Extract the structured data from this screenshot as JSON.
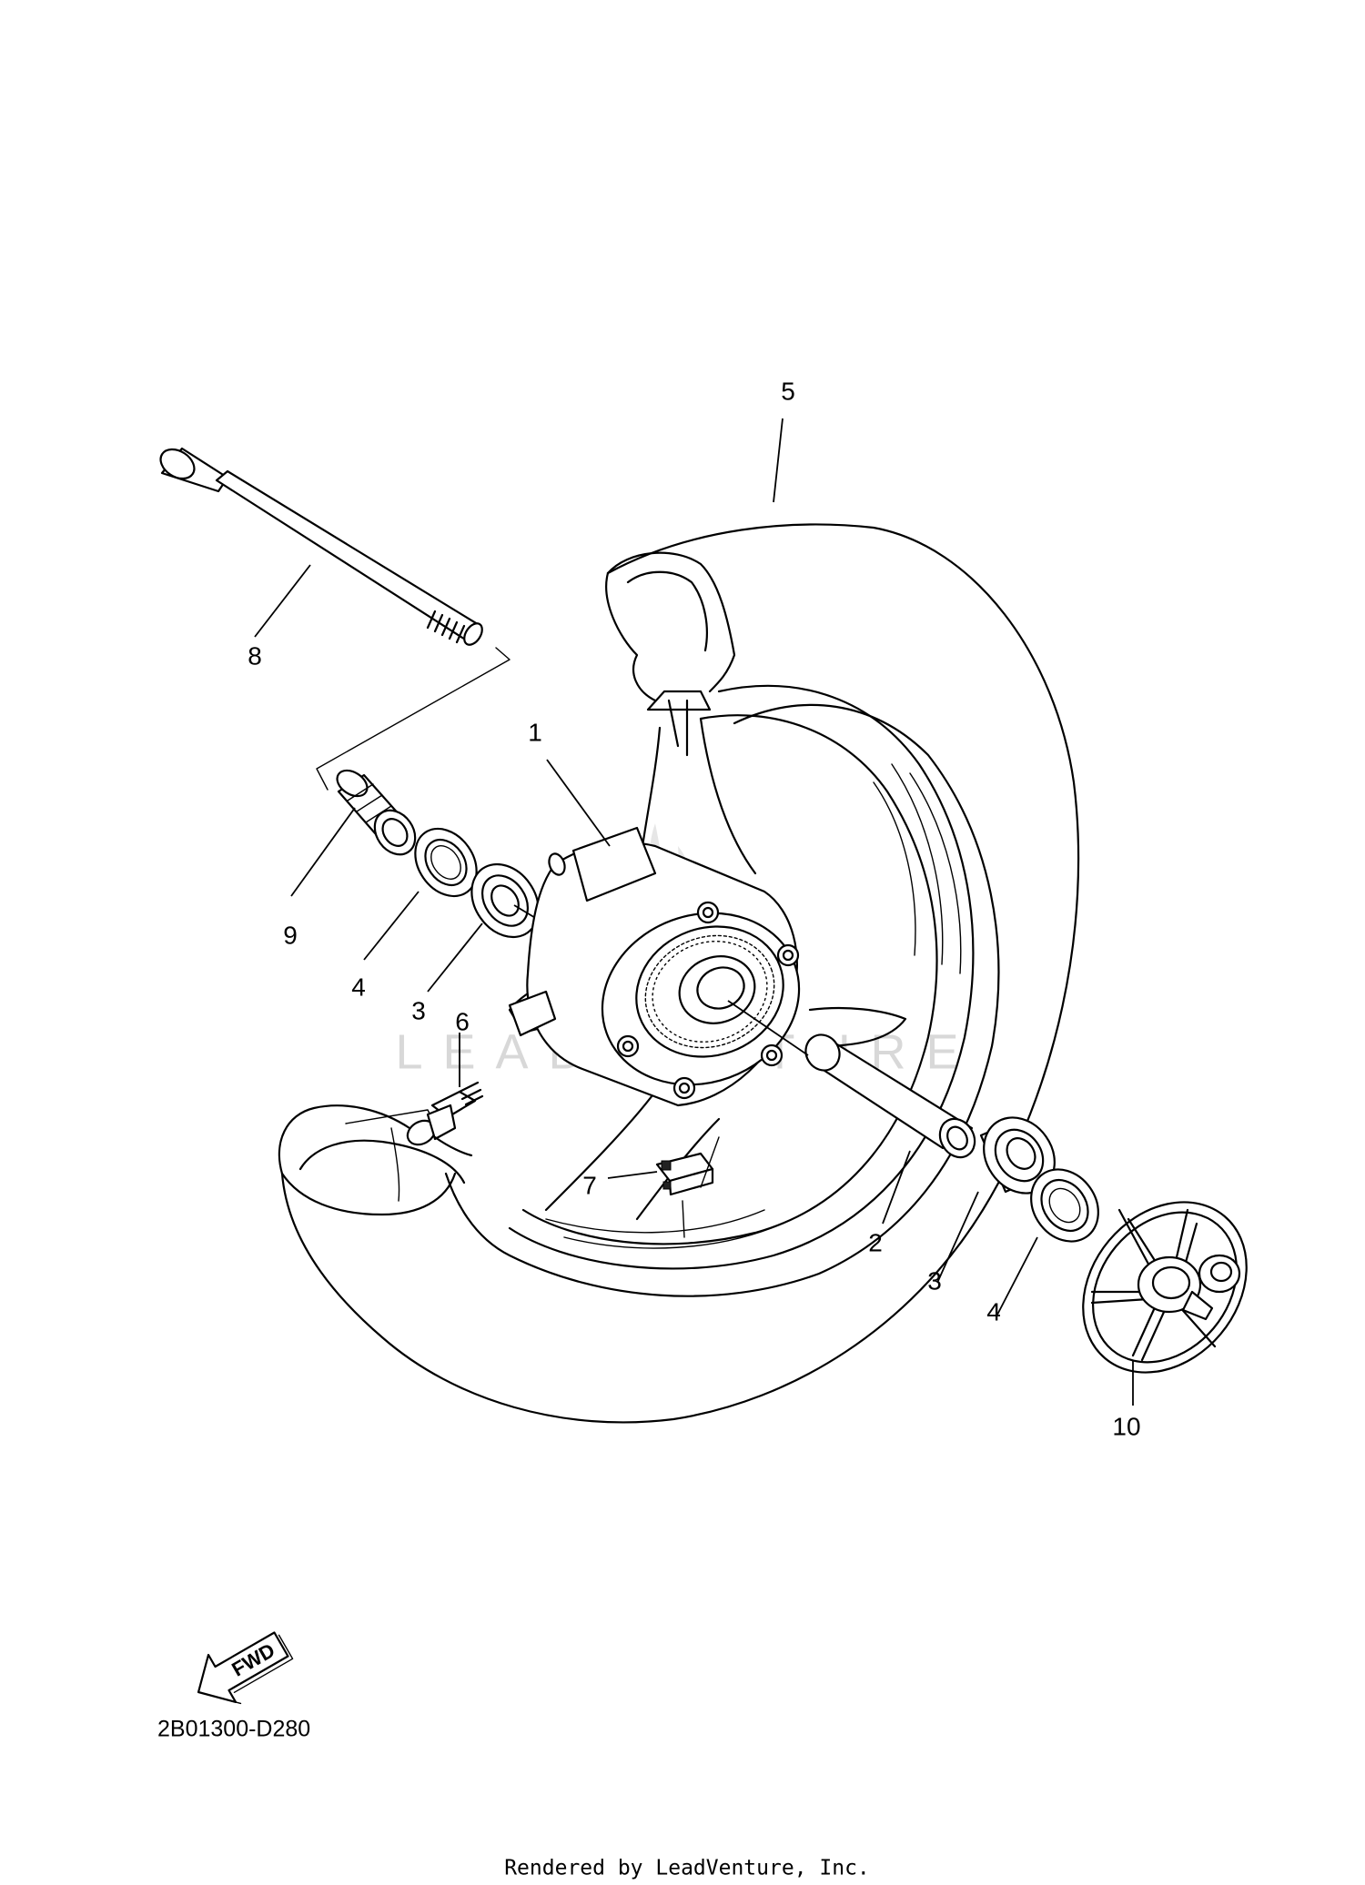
{
  "diagram": {
    "callouts": [
      {
        "id": "1",
        "label": "1"
      },
      {
        "id": "2",
        "label": "2"
      },
      {
        "id": "3a",
        "label": "3"
      },
      {
        "id": "3b",
        "label": "3"
      },
      {
        "id": "4a",
        "label": "4"
      },
      {
        "id": "4b",
        "label": "4"
      },
      {
        "id": "5",
        "label": "5"
      },
      {
        "id": "6",
        "label": "6"
      },
      {
        "id": "7",
        "label": "7"
      },
      {
        "id": "8",
        "label": "8"
      },
      {
        "id": "9",
        "label": "9"
      },
      {
        "id": "10",
        "label": "10"
      }
    ],
    "direction_badge": "FWD",
    "diagram_code": "2B01300-D280",
    "watermark": "LEADVENTURE",
    "footer": "Rendered by LeadVenture, Inc."
  }
}
